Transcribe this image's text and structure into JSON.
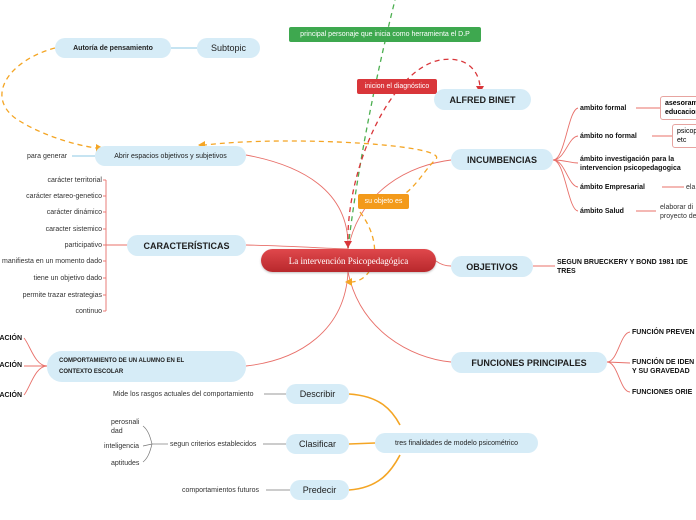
{
  "central": "La intervención Psicopedagógica",
  "tags": {
    "principal": "principal personaje que inicia como herramienta el D.P",
    "inicio": "inicion el diagnóstico",
    "objeto": "su objeto es"
  },
  "top_left": {
    "autoria": "Autoría de pensamiento",
    "subtopic": "Subtopic",
    "abrir": "Abrir espacios objetivos y subjetivos",
    "para_generar": "para generar"
  },
  "alfred": "ALFRED BINET",
  "caracteristicas": {
    "title": "CARACTERÍSTICAS",
    "items": [
      "carácter territorial",
      "carácter etareo-genetico",
      "carácter dinámico",
      "caracter sistemico",
      "participativo",
      "manifiesta en un momento dado",
      "tiene un objetivo dado",
      "permite trazar estrategias",
      "continuo"
    ]
  },
  "comportamiento": {
    "title_line1": "COMPORTAMIENTO DE UN ALUMNO EN EL",
    "title_line2": "CONTEXTO ESCOLAR",
    "items": [
      "ACIÓN",
      "ACIÓN",
      "ACIÓN"
    ]
  },
  "incumbencias": {
    "title": "INCUMBENCIAS",
    "items": [
      {
        "label": "ambito formal",
        "sub_line1": "asesorami",
        "sub_line2": "educacion"
      },
      {
        "label": "ámbito no formal",
        "sub_line1": "psicop",
        "sub_line2": "etc"
      },
      {
        "label_line1": "ámbito investigación para la",
        "label_line2": "intervencion psicopedagogica"
      },
      {
        "label": "ámbito Empresarial",
        "sub": "ela"
      },
      {
        "label": "ámbito Salud",
        "sub_line1": "elaborar di",
        "sub_line2": "proyecto de"
      }
    ]
  },
  "objetivos": {
    "title": "OBJETIVOS",
    "line1": "SEGUN BRUECKERY Y BOND 1981 IDE",
    "line2": "TRES"
  },
  "funciones": {
    "title": "FUNCIONES PRINCIPALES",
    "items": [
      {
        "line1": "FUNCIÓN PREVEN"
      },
      {
        "line1": "FUNCIÓN DE IDEN",
        "line2": "Y SU GRAVEDAD"
      },
      {
        "line1": "FUNCIONES ORIE"
      }
    ]
  },
  "finalidades": {
    "title": "tres finalidades de modelo psicométrico",
    "describir": "Describir",
    "describir_sub": "Mide los rasgos actuales del comportamiento",
    "clasificar": "Clasificar",
    "clasificar_sub": "segun criterios establecidos",
    "clasificar_items": [
      "perosnali",
      "dad",
      "inteligencia",
      "aptitudes"
    ],
    "predecir": "Predecir",
    "predecir_sub": "comportamientos futuros"
  }
}
